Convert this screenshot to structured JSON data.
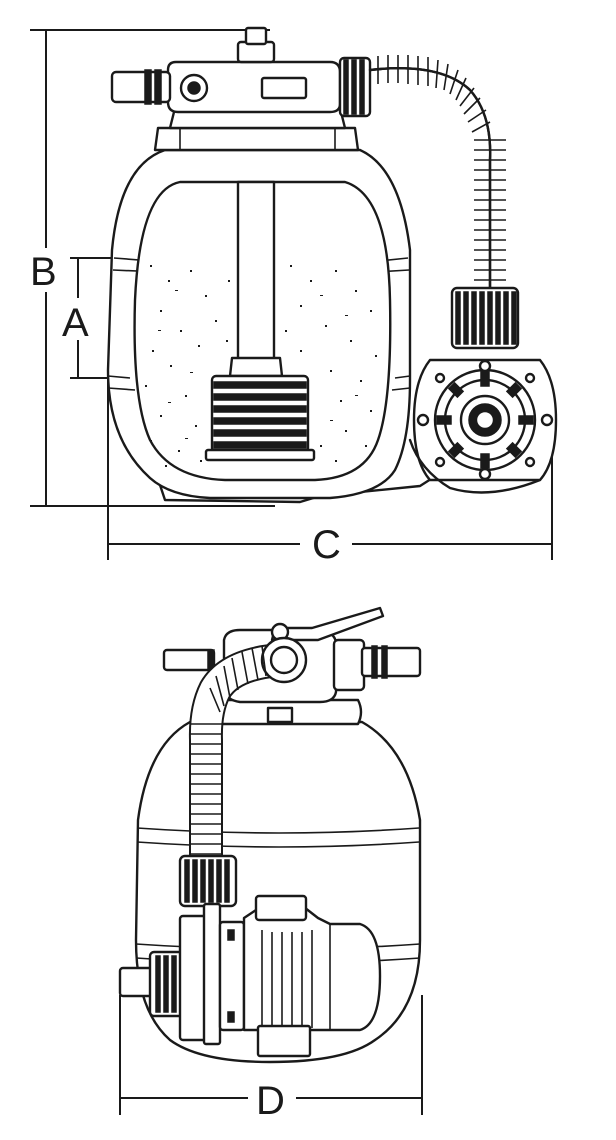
{
  "dimension_labels": {
    "a": "A",
    "b": "B",
    "c": "C",
    "d": "D"
  }
}
